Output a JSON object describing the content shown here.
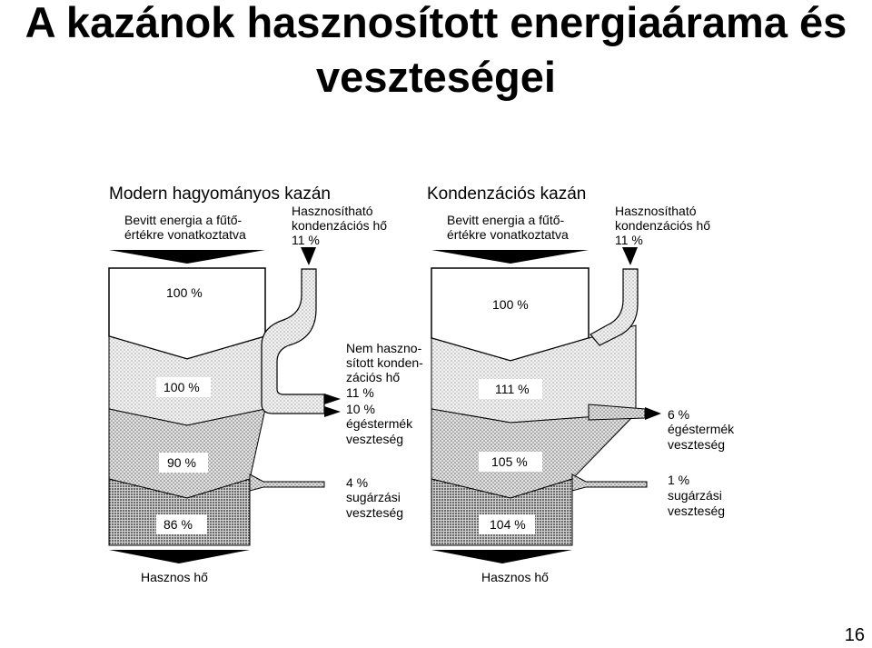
{
  "title": {
    "line1": "A kazánok hasznosított energiaárama és",
    "line2": "veszteségei"
  },
  "page_number": "16",
  "left_panel": {
    "heading": "Modern hagyományos kazán",
    "input_label_1": "Bevitt energia a fűtő-",
    "input_label_2": "értékre vonatkoztatva",
    "recoverable_1": "Hasznosítható",
    "recoverable_2": "kondenzációs hő",
    "recoverable_3": "11 %",
    "pct_top": "100 %",
    "pct_gray": "100 %",
    "pct_mid": "90 %",
    "pct_bottom": "86 %",
    "unused_1": "Nem haszno-",
    "unused_2": "sított konden-",
    "unused_3": "zációs hő",
    "unused_4": "11 %",
    "flue_1": "10 %",
    "flue_2": "égéstermék",
    "flue_3": "veszteség",
    "rad_1": "4 %",
    "rad_2": "sugárzási",
    "rad_3": "veszteség",
    "output": "Hasznos hő"
  },
  "right_panel": {
    "heading": "Kondenzációs kazán",
    "input_label_1": "Bevitt energia a fűtő-",
    "input_label_2": "értékre vonatkoztatva",
    "recoverable_1": "Hasznosítható",
    "recoverable_2": "kondenzációs hő",
    "recoverable_3": "11 %",
    "pct_top": "100 %",
    "pct_gray": "111 %",
    "pct_mid": "105 %",
    "pct_bottom": "104 %",
    "flue_1": "6 %",
    "flue_2": "égéstermék",
    "flue_3": "veszteség",
    "rad_1": "1 %",
    "rad_2": "sugárzási",
    "rad_3": "veszteség",
    "output": "Hasznos hő"
  }
}
